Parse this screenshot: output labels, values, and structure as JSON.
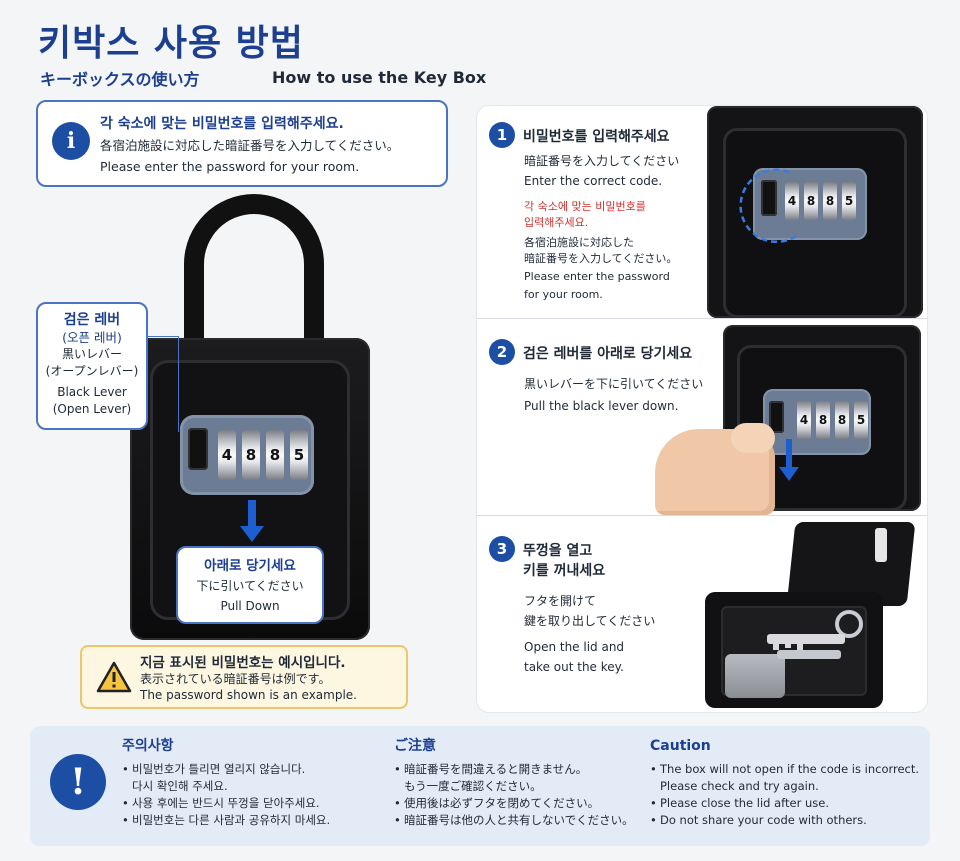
{
  "header": {
    "title_ko": "키박스 사용 방법",
    "title_ja": "キーボックスの使い方",
    "title_en": "How to use the Key Box"
  },
  "info": {
    "icon": "info-icon",
    "line1": "각 숙소에 맞는 비밀번호를 입력해주세요.",
    "line2": "各宿泊施設に対応した暗証番号を入力してください。",
    "line3": "Please enter the password for your room."
  },
  "lever_callout": {
    "title": "검은 레버",
    "subtitle": "(오픈 레버)",
    "ja1": "黒いレバー",
    "ja2": "(オープンレバー)",
    "en1": "Black Lever",
    "en2": "(Open Lever)"
  },
  "dial_digits": [
    "4",
    "8",
    "8",
    "5"
  ],
  "pull_callout": {
    "title": "아래로 당기세요",
    "ja": "下に引いてください",
    "en": "Pull Down"
  },
  "warning": {
    "icon": "warning-triangle-icon",
    "line1": "지금 표시된 비밀번호는 예시입니다.",
    "line2": "表示されている暗証番号は例です。",
    "line3": "The password shown is an example."
  },
  "steps": [
    {
      "number": "1",
      "title": "비밀번호를 입력해주세요",
      "ja": "暗証番号を入力してください",
      "en": "Enter the correct code.",
      "note_ko_1": "각 숙소에 맞는 비밀번호를",
      "note_ko_2": "입력해주세요.",
      "note_ja_1": "各宿泊施設に対応した",
      "note_ja_2": "暗証番号を入力してください。",
      "note_en_1": "Please enter the password",
      "note_en_2": "for your room."
    },
    {
      "number": "2",
      "title": "검은 레버를 아래로 당기세요",
      "ja": "黒いレバーを下に引いてください",
      "en": "Pull the black lever down."
    },
    {
      "number": "3",
      "title_1": "뚜껑을 열고",
      "title_2": "키를 꺼내세요",
      "ja_1": "フタを開けて",
      "ja_2": "鍵を取り出してください",
      "en_1": "Open the lid and",
      "en_2": "take out the key."
    }
  ],
  "caution": {
    "icon": "exclamation-icon",
    "ko": {
      "title": "주의사항",
      "item1_a": "비밀번호가 틀리면 열리지 않습니다.",
      "item1_b": "다시 확인해 주세요.",
      "item2": "사용 후에는 반드시 뚜껑을 닫아주세요.",
      "item3": "비밀번호는 다른 사람과 공유하지 마세요."
    },
    "ja": {
      "title": "ご注意",
      "item1_a": "暗証番号を間違えると開きません。",
      "item1_b": "もう一度ご確認ください。",
      "item2": "使用後は必ずフタを閉めてください。",
      "item3": "暗証番号は他の人と共有しないでください。"
    },
    "en": {
      "title": "Caution",
      "item1_a": "The box will not open if the code is incorrect.",
      "item1_b": "Please check and try again.",
      "item2": "Please close the lid after use.",
      "item3": "Do not share your code with others."
    }
  },
  "colors": {
    "brand_navy": "#1c3f8f",
    "accent_blue": "#1d5fd0",
    "warning_yellow": "#ecc66b",
    "note_red": "#d0312d"
  }
}
